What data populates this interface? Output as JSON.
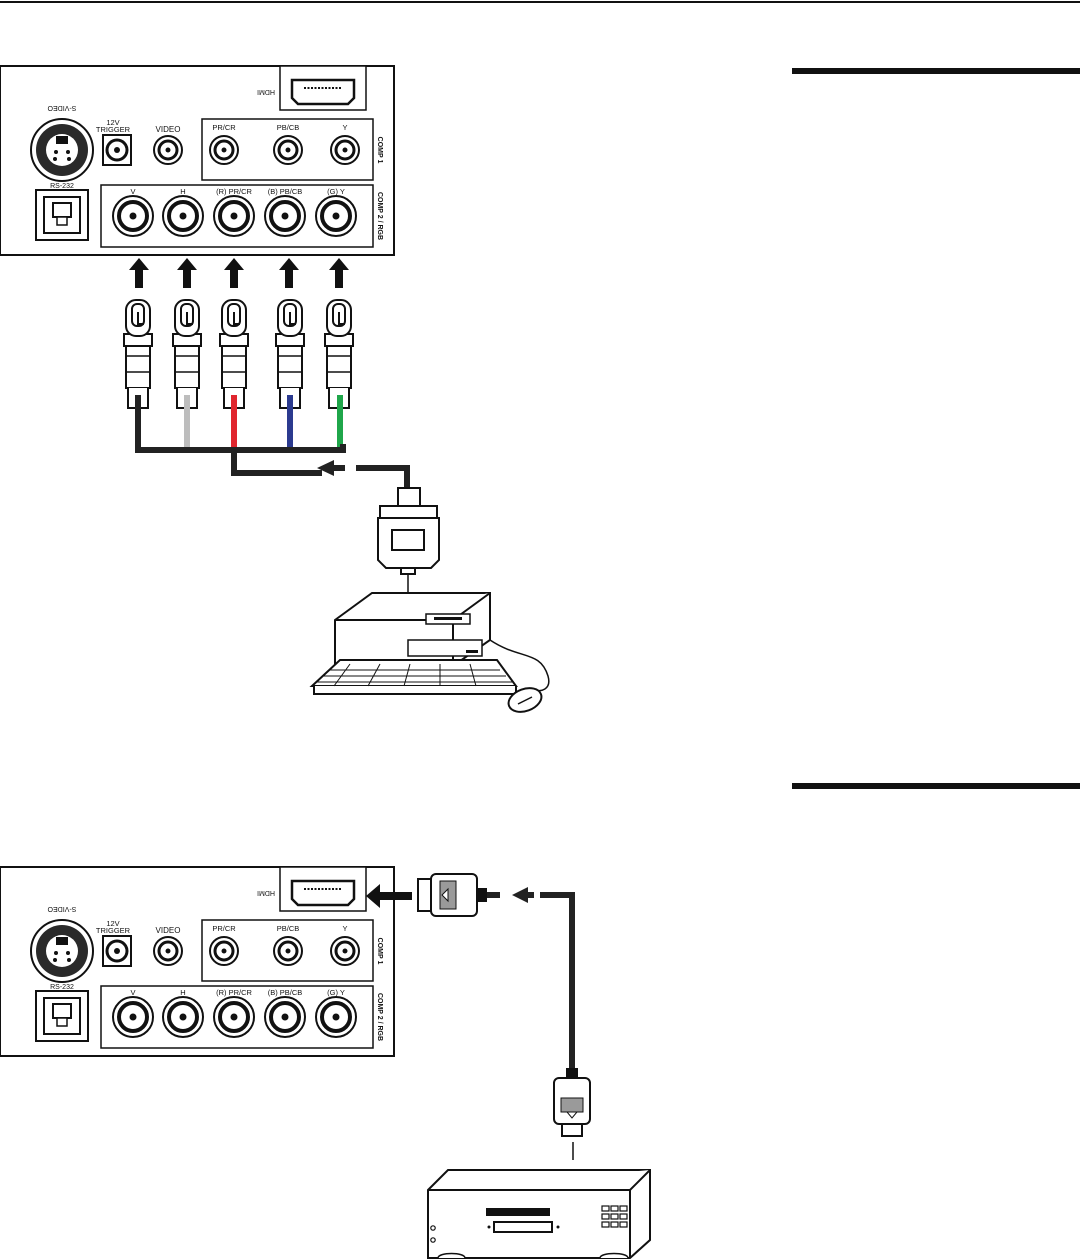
{
  "panel_labels": {
    "svideo": "S-VIDEO",
    "trigger_line1": "12V",
    "trigger_line2": "TRIGGER",
    "video": "VIDEO",
    "rs232": "RS-232",
    "hdmi": "HDMI",
    "comp1": "COMP 1",
    "comp2": "COMP 2 / RGB",
    "comp1_pr": "PR/CR",
    "comp1_pb": "PB/CB",
    "comp1_y": "Y",
    "comp2_v": "V",
    "comp2_h": "H",
    "comp2_r": "(R) PR/CR",
    "comp2_b": "(B) PB/CB",
    "comp2_g": "(G) Y"
  },
  "cable_colors": {
    "v": "#222222",
    "h": "#bdbdbd",
    "r": "#e0262e",
    "b": "#2b3a8f",
    "g": "#1fa64a"
  },
  "icons": {
    "computer": "desktop-computer-icon",
    "dvd_player": "dvd-player-icon",
    "vga_plug": "vga-connector-icon",
    "hdmi_plug": "hdmi-connector-icon",
    "bnc_plug": "bnc-connector-icon"
  }
}
